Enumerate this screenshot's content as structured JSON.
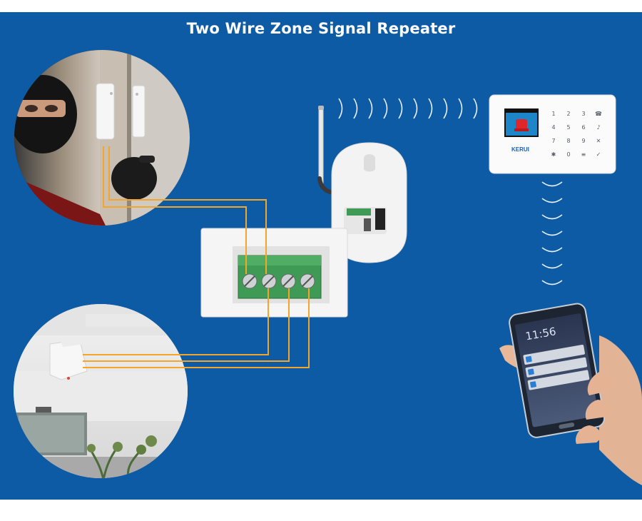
{
  "title": "Two Wire Zone Signal Repeater",
  "colors": {
    "background": "#0d5aa5",
    "wire": "#f4a62a",
    "signal": "#e8f1fb",
    "terminal_green": "#3f9a55",
    "device_white": "#f3f3f3"
  },
  "panel": {
    "brand": "KERUI",
    "keys": [
      "1",
      "2",
      "3",
      "☎",
      "4",
      "5",
      "6",
      "♪",
      "7",
      "8",
      "9",
      "✕",
      "✱",
      "0",
      "≡",
      "✓"
    ]
  },
  "phone": {
    "time": "11:56"
  },
  "icons": {
    "antenna": "antenna-icon",
    "signal": "wifi-signal-arcs-icon",
    "alarm_light": "red-alarm-light-icon"
  }
}
